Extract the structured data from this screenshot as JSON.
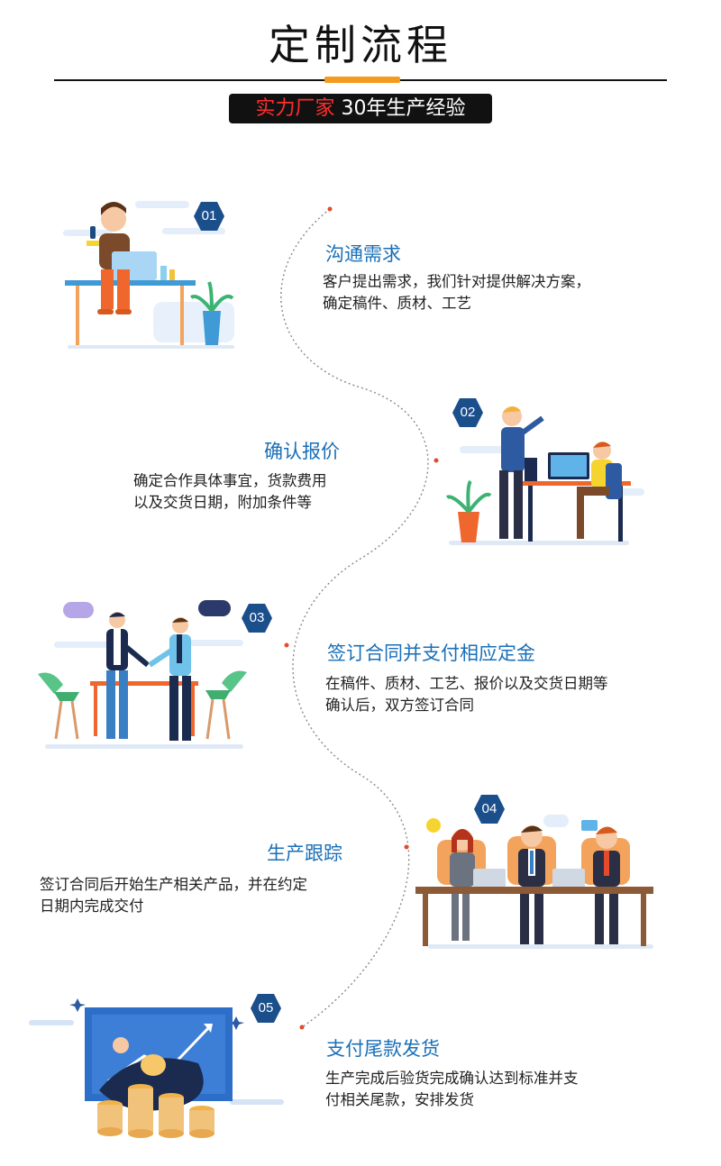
{
  "header": {
    "title": "定制流程",
    "banner_red": "实力厂家",
    "banner_white": "30年生产经验"
  },
  "steps": [
    {
      "number": "01",
      "title": "沟通需求",
      "desc_line1": "客户提出需求，我们针对提供解决方案，",
      "desc_line2": "确定稿件、质材、工艺"
    },
    {
      "number": "02",
      "title": "确认报价",
      "desc_line1": "确定合作具体事宜，货款费用",
      "desc_line2": "以及交货日期，附加条件等"
    },
    {
      "number": "03",
      "title": "签订合同并支付相应定金",
      "desc_line1": "在稿件、质材、工艺、报价以及交货日期等",
      "desc_line2": "确认后，双方签订合同"
    },
    {
      "number": "04",
      "title": "生产跟踪",
      "desc_line1": "签订合同后开始生产相关产品，并在约定",
      "desc_line2": "日期内完成交付"
    },
    {
      "number": "05",
      "title": "支付尾款发货",
      "desc_line1": "生产完成后验货完成确认达到标准并支",
      "desc_line2": "付相关尾款，安排发货"
    }
  ],
  "colors": {
    "accent_orange": "#f29b1d",
    "banner_red": "#ff2d2d",
    "step_title_blue": "#1a6fb8",
    "badge_navy": "#1b4f8c"
  }
}
